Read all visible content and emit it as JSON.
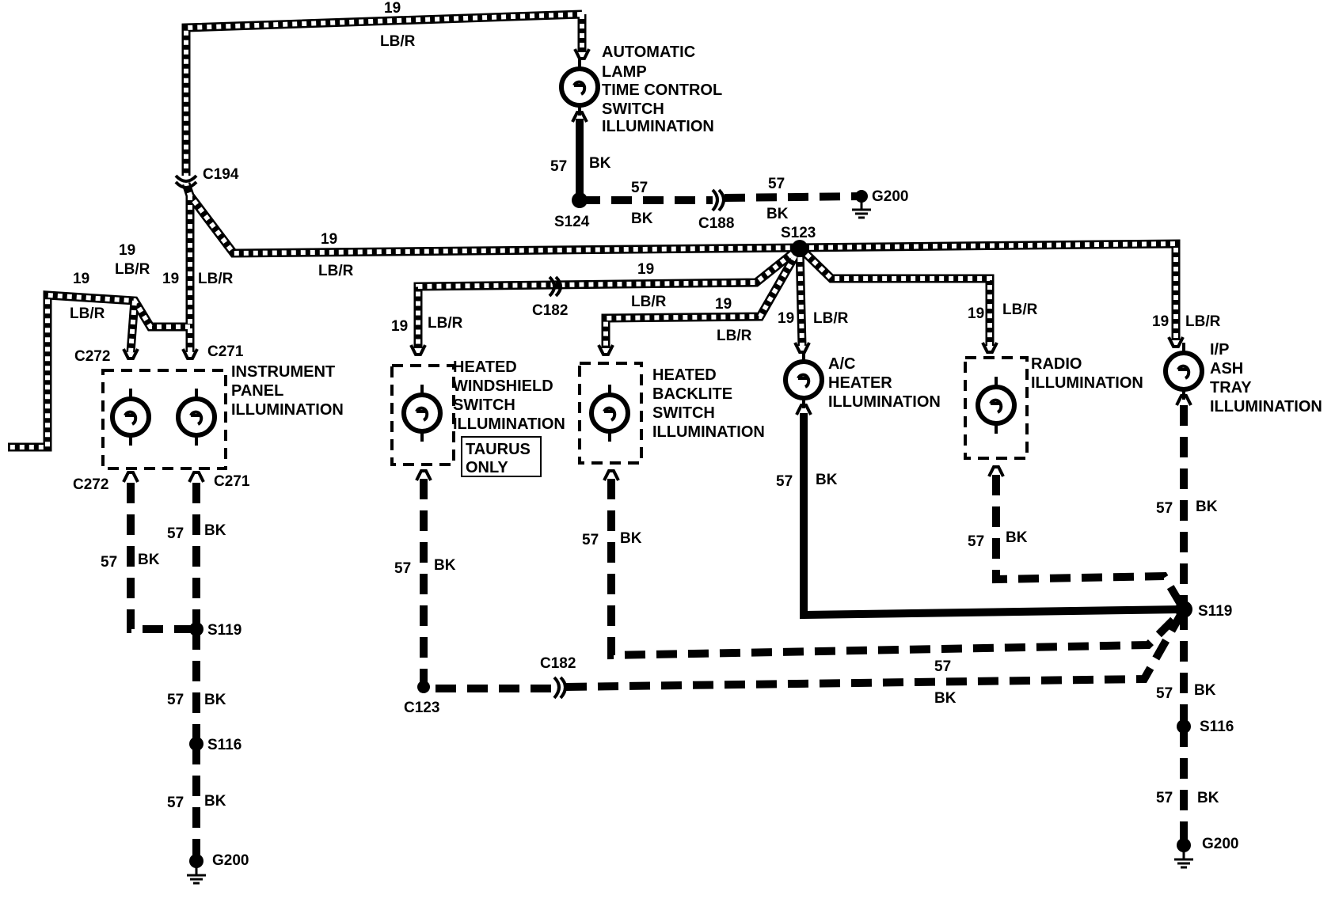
{
  "wire_labels": {
    "top_circuit": "19",
    "top_color": "LB/R",
    "s123_left_circuit": "19",
    "s123_left_color": "LB/R",
    "c272_circuit": "19",
    "c272_color": "LB/R",
    "c271_circuit": "19",
    "c271_color": "LB/R",
    "left_loop_circuit": "19",
    "left_loop_color": "LB/R",
    "hws_circuit": "19",
    "hws_color": "LB/R",
    "c182_top_circuit": "19",
    "hbs_circuit": "19",
    "hbs_color_upper": "LB/R",
    "hbs_color_lower": "LB/R",
    "ac_circuit": "19",
    "ac_color": "LB/R",
    "radio_circuit": "19",
    "radio_color": "LB/R",
    "ash_circuit": "19",
    "ash_color": "LB/R",
    "auto_gnd_circuit": "57",
    "auto_gnd_color": "BK",
    "s124_c188_circuit": "57",
    "s124_c188_color": "BK",
    "c188_g200_circuit": "57",
    "c188_g200_color": "BK",
    "c272_gnd_circuit": "57",
    "c272_gnd_color": "BK",
    "c271_gnd_circuit": "57",
    "c271_gnd_color": "BK",
    "s119l_s116_circuit": "57",
    "s119l_s116_color": "BK",
    "s116l_g200_circuit": "57",
    "s116l_g200_color": "BK",
    "hws_gnd_circuit": "57",
    "hws_gnd_color": "BK",
    "hbs_gnd_circuit": "57",
    "hbs_gnd_color": "BK",
    "ac_gnd_circuit": "57",
    "ac_gnd_color": "BK",
    "radio_gnd_circuit": "57",
    "radio_gnd_color": "BK",
    "ash_gnd_circuit": "57",
    "ash_gnd_color": "BK",
    "c182_bottom_circuit": "57",
    "c182_bottom_color": "BK",
    "s119r_s116_circuit": "57",
    "s119r_s116_color": "BK",
    "s116r_g200_circuit": "57",
    "s116r_g200_color": "BK"
  },
  "connectors": {
    "c194": "C194",
    "c272_top": "C272",
    "c271_top": "C271",
    "c272_bottom": "C272",
    "c271_bottom": "C271",
    "c182_top": "C182",
    "c182_bottom": "C182",
    "c188": "C188",
    "c123": "C123"
  },
  "splices": {
    "s124": "S124",
    "s123": "S123",
    "s119_left": "S119",
    "s116_left": "S116",
    "s119_right": "S119",
    "s116_right": "S116"
  },
  "grounds": {
    "g200_top": "G200",
    "g200_left": "G200",
    "g200_right": "G200"
  },
  "components": {
    "automatic_lamp": [
      "AUTOMATIC",
      "LAMP",
      "TIME CONTROL",
      "SWITCH",
      "ILLUMINATION"
    ],
    "instrument_panel": [
      "INSTRUMENT",
      "PANEL",
      "ILLUMINATION"
    ],
    "heated_windshield": [
      "HEATED",
      "WINDSHIELD",
      "SWITCH",
      "ILLUMINATION"
    ],
    "heated_backlite": [
      "HEATED",
      "BACKLITE",
      "SWITCH",
      "ILLUMINATION"
    ],
    "ac_heater": [
      "A/C",
      "HEATER",
      "ILLUMINATION"
    ],
    "radio": [
      "RADIO",
      "ILLUMINATION"
    ],
    "ash_tray": [
      "I/P",
      "ASH",
      "TRAY",
      "ILLUMINATION"
    ]
  },
  "notes": {
    "taurus_only": [
      "TAURUS",
      "ONLY"
    ]
  }
}
